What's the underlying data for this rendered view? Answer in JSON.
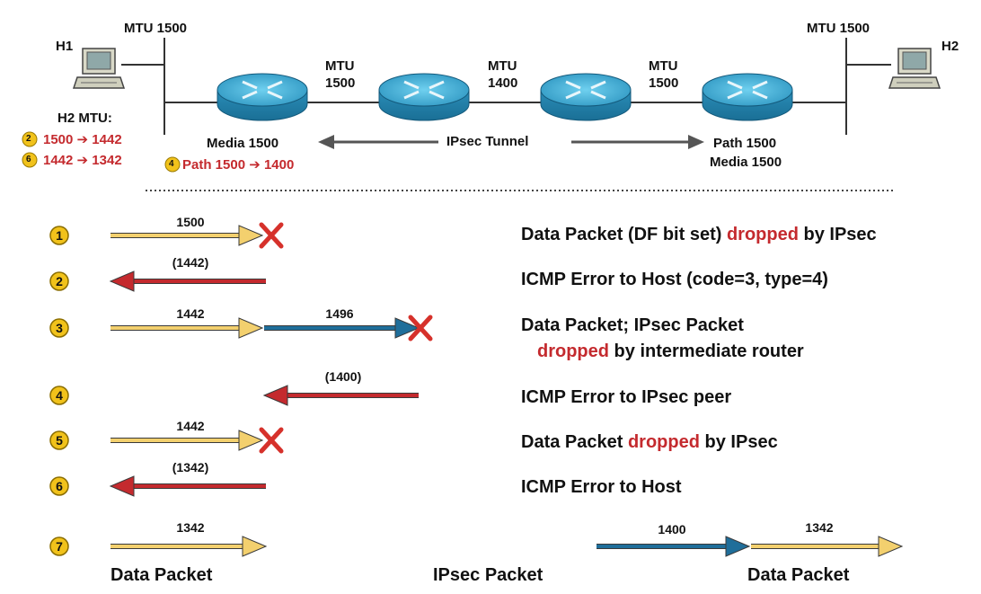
{
  "topology": {
    "h1": "H1",
    "h2": "H2",
    "mtu_left": "MTU 1500",
    "mtu_right": "MTU 1500",
    "link_mtu": [
      {
        "line1": "MTU",
        "line2": "1500"
      },
      {
        "line1": "MTU",
        "line2": "1400"
      },
      {
        "line1": "MTU",
        "line2": "1500"
      }
    ],
    "h2_mtu_title": "H2 MTU:",
    "h2_mtu_steps": [
      {
        "step": "2",
        "from": "1500",
        "to": "1442"
      },
      {
        "step": "6",
        "from": "1442",
        "to": "1342"
      }
    ],
    "media_left": "Media 1500",
    "tunnel_label": "IPsec Tunnel",
    "path_right": "Path 1500",
    "media_right": "Media 1500",
    "path_step": "4",
    "path_text": "Path 1500",
    "path_to": "1400"
  },
  "steps": [
    {
      "num": "1",
      "arrow_label": "1500",
      "desc_a": "Data Packet (DF bit set) ",
      "desc_red": "dropped",
      "desc_b": " by IPsec"
    },
    {
      "num": "2",
      "arrow_label": "(1442)",
      "desc_a": "ICMP Error to Host (code=3, type=4)"
    },
    {
      "num": "3",
      "arrow_label": "1442",
      "arrow_label2": "1496",
      "desc_a": "Data Packet; IPsec Packet",
      "desc_red": "dropped",
      "desc_b": " by intermediate router"
    },
    {
      "num": "4",
      "arrow_label": "(1400)",
      "desc_a": "ICMP Error to IPsec peer"
    },
    {
      "num": "5",
      "arrow_label": "1442",
      "desc_a": "Data Packet ",
      "desc_red": "dropped",
      "desc_b": " by IPsec"
    },
    {
      "num": "6",
      "arrow_label": "(1342)",
      "desc_a": "ICMP Error to Host"
    },
    {
      "num": "7",
      "arrow_label": "1342",
      "arrow_label2": "1400",
      "arrow_label3": "1342"
    }
  ],
  "bottom_labels": {
    "left": "Data Packet",
    "middle": "IPsec Packet",
    "right": "Data Packet"
  },
  "colors": {
    "data_arrow": "#f3d06e",
    "ipsec_arrow": "#1f6e9a",
    "icmp_arrow": "#c42a2e",
    "badge": "#f1c21b",
    "drop_x": "#d6312b",
    "router": "#35a8d0"
  }
}
